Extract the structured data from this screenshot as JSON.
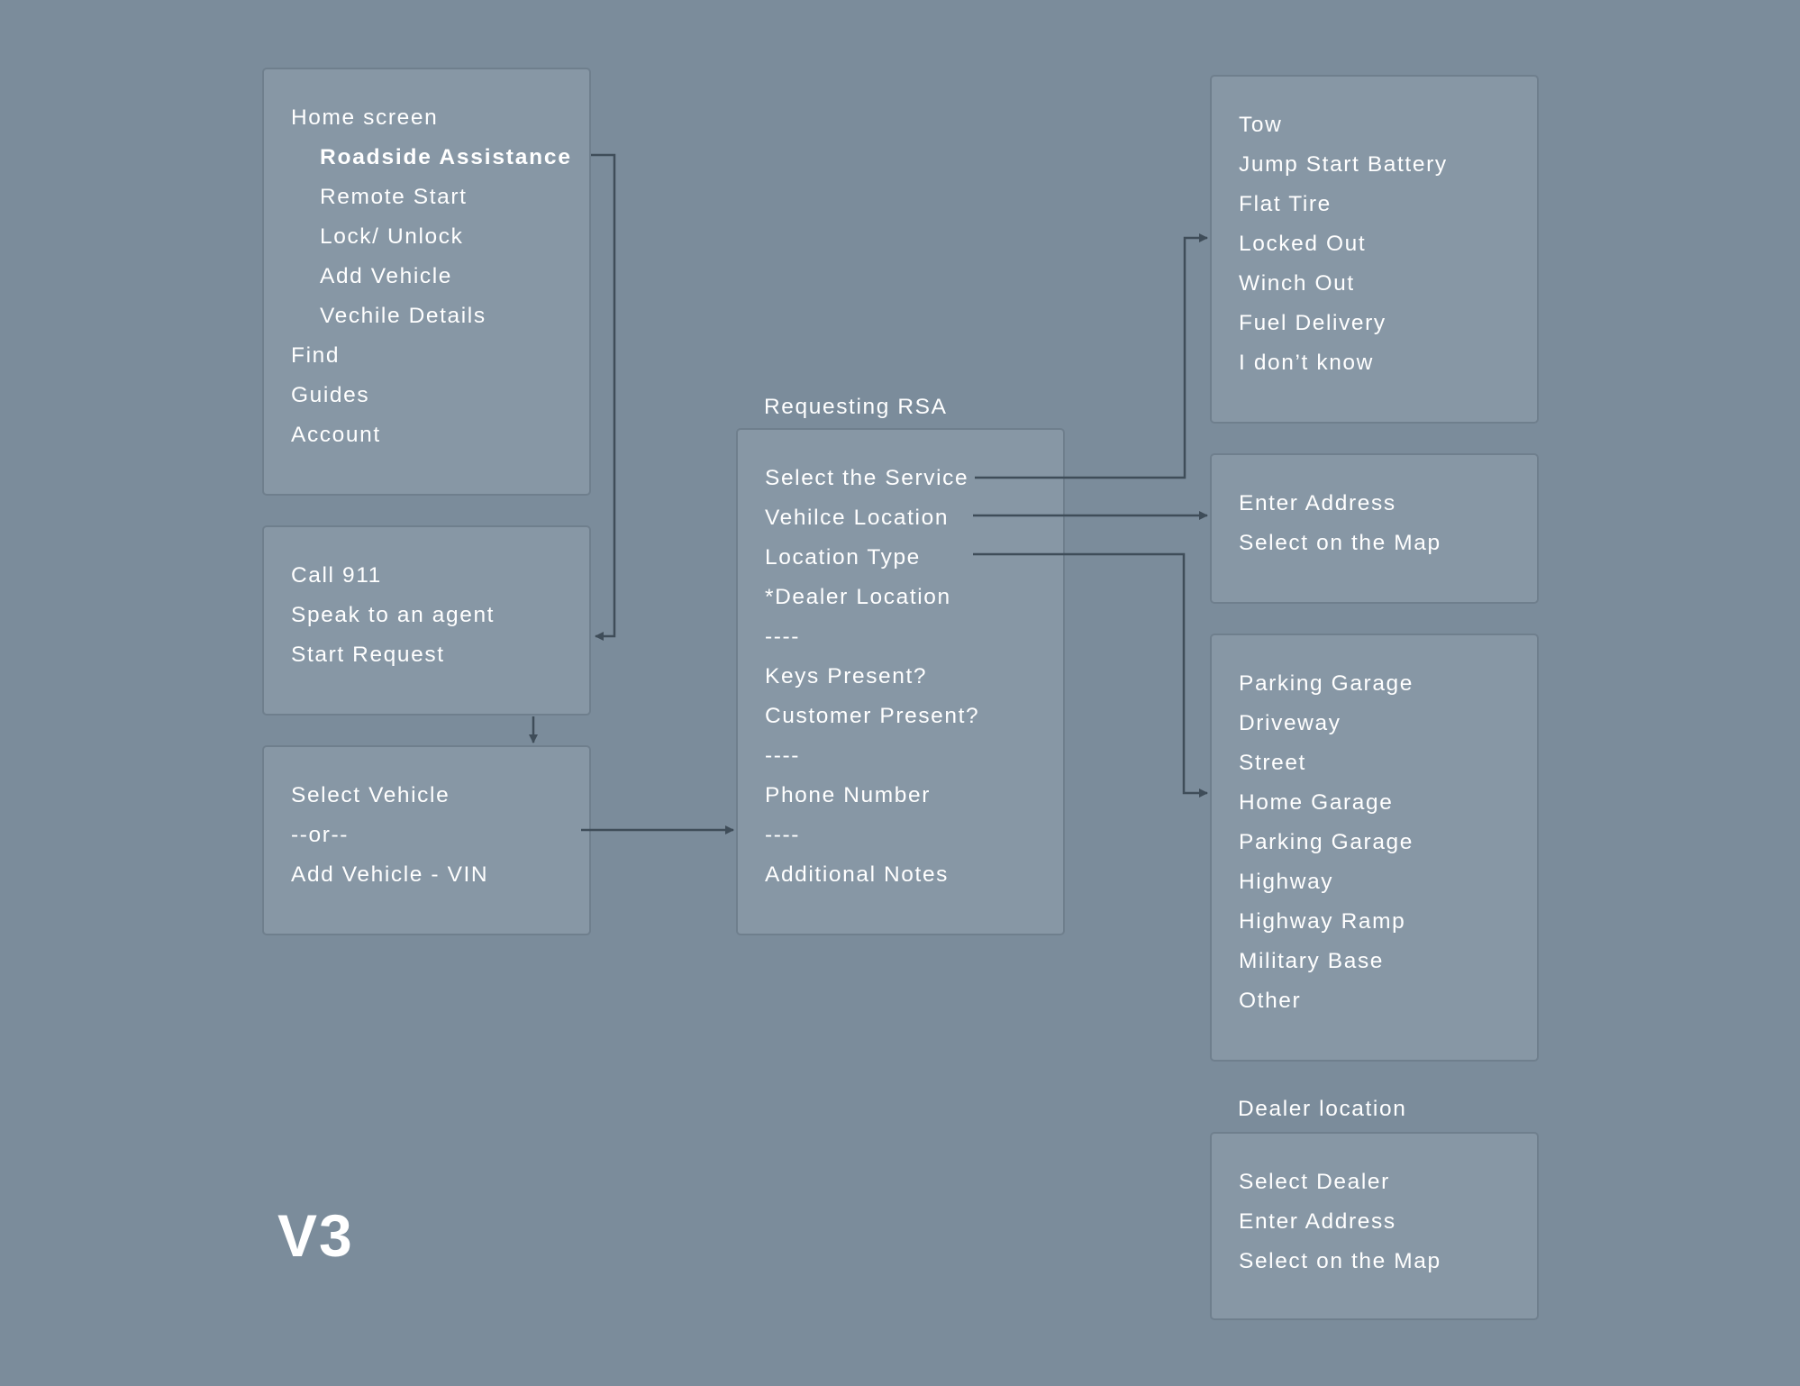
{
  "home_menu": {
    "title": "Home screen",
    "sub_items": [
      "Roadside Assistance",
      "Remote Start",
      "Lock/ Unlock",
      "Add Vehicle",
      "Vechile Details"
    ],
    "items": [
      "Find",
      "Guides",
      "Account"
    ]
  },
  "assistance_options": [
    "Call 911",
    "Speak to an agent",
    "Start Request"
  ],
  "vehicle_select": [
    "Select Vehicle",
    "--or--",
    "Add Vehicle - VIN"
  ],
  "requesting_rsa": {
    "title": "Requesting RSA",
    "fields": [
      "Select the Service",
      "Vehilce Location",
      "Location Type",
      "*Dealer Location",
      "----",
      "Keys Present?",
      "Customer Present?",
      "----",
      "Phone Number",
      "----",
      "Additional Notes"
    ]
  },
  "services": [
    "Tow",
    "Jump Start Battery",
    "Flat Tire",
    "Locked Out",
    "Winch Out",
    "Fuel Delivery",
    "I don’t know"
  ],
  "vehicle_location": [
    "Enter Address",
    "Select on the Map"
  ],
  "location_types": [
    "Parking Garage",
    "Driveway",
    "Street",
    "Home Garage",
    "Parking Garage",
    "Highway",
    "Highway Ramp",
    "Military Base",
    "Other"
  ],
  "dealer_location": {
    "title": "Dealer location",
    "options": [
      "Select Dealer",
      "Enter Address",
      "Select on the Map"
    ]
  },
  "version_label": "V3",
  "colors": {
    "background": "#7b8c9b",
    "box": "#8797a5",
    "connector": "#3f4d59",
    "text": "#ffffff"
  }
}
